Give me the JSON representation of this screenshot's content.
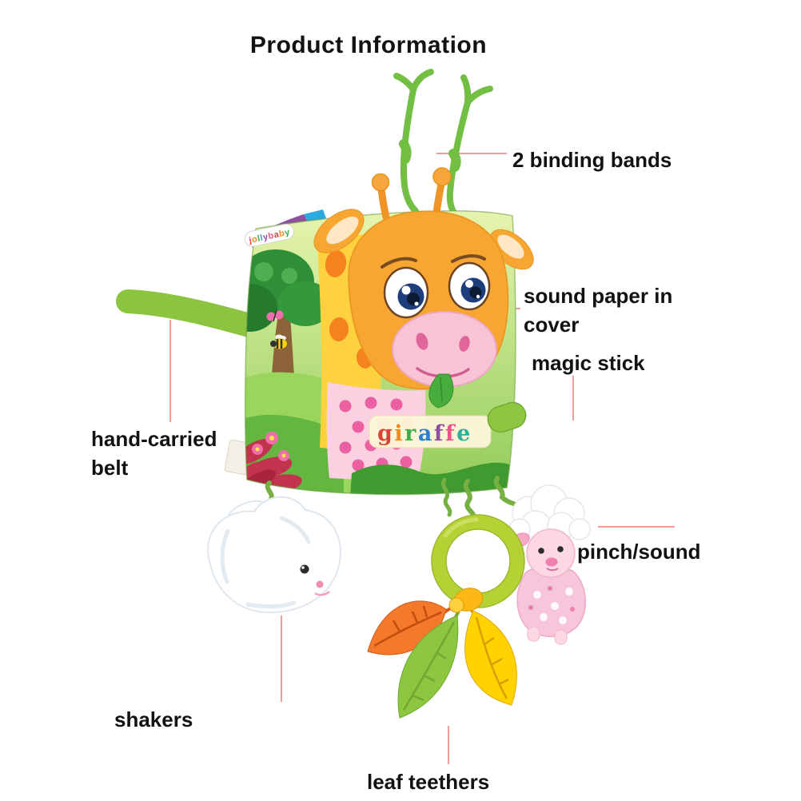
{
  "page": {
    "title": "Product Information"
  },
  "annotations": {
    "binding_bands": {
      "label": "2 binding bands"
    },
    "sound_paper": {
      "label": "sound paper in cover"
    },
    "magic_stick": {
      "label": "magic stick"
    },
    "hand_carried_belt": {
      "label": "hand-carried belt"
    },
    "pinch_sound": {
      "label": "pinch/sound"
    },
    "shakers": {
      "label": "shakers"
    },
    "leaf_teethers": {
      "label": "leaf teethers"
    }
  },
  "product": {
    "cover_title": "giraffe",
    "cover_title_colors": [
      "#d94436",
      "#f08c1f",
      "#3fae49",
      "#2f7fd0",
      "#8e4f9f",
      "#e8558a",
      "#2fae9b"
    ],
    "brand": "jollybaby",
    "brand_colors": [
      "#e8483f",
      "#f5821f",
      "#3fae49",
      "#2f9fd0",
      "#8e4f9f",
      "#e8558a",
      "#d94436",
      "#f08c1f",
      "#3fae49"
    ]
  },
  "colors": {
    "leader_line": "#f19b9b",
    "binding_band_green": "#72bf44",
    "belt_green": "#8bc53f",
    "ring_green": "#b5d234",
    "leaf_orange": "#f4792b",
    "leaf_green": "#8dc63f",
    "leaf_yellow": "#ffd200",
    "giraffe_orange": "#f8a632",
    "muzzle_pink": "#f9c3d6"
  }
}
